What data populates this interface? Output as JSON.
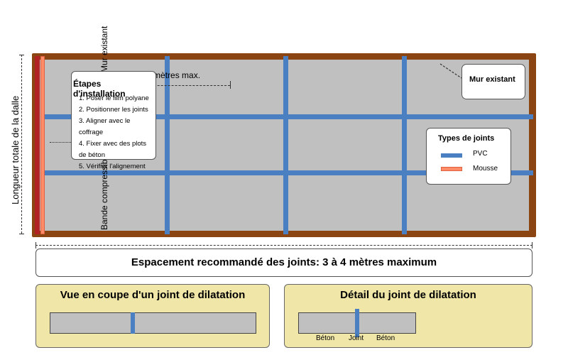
{
  "annotations": {
    "slab_length": "Longueur totale de la dalle",
    "compressible_band": "Bande compressible",
    "existing_wall_side": "Mur existant",
    "spacing": "3 à 4 mètres max."
  },
  "install_steps": {
    "title": "Étapes d'installation",
    "items": [
      "1. Poser le film polyane",
      "2. Positionner les joints",
      "3. Aligner avec le coffrage",
      "4. Fixer avec des plots",
      "de béton",
      "5. Vérifier l'alignement"
    ]
  },
  "existing_wall": {
    "label": "Mur existant"
  },
  "legend": {
    "title": "Types de joints",
    "items": [
      {
        "label": "PVC",
        "color": "#4a7fc1"
      },
      {
        "label": "Mousse",
        "color": "#ff8c69"
      }
    ]
  },
  "banner": {
    "text": "Espacement recommandé des joints: 3 à 4 mètres maximum"
  },
  "section_view": {
    "title": "Vue en coupe d'un joint de dilatation"
  },
  "detail_view": {
    "title": "Détail du joint de dilatation",
    "labels": [
      "Béton",
      "Joint",
      "Béton"
    ]
  },
  "colors": {
    "frame": "#8b4513",
    "slab": "#c0c0c0",
    "joint": "#4a7fc1",
    "foam": "#ff8c69",
    "panel": "#f0e6a8"
  }
}
